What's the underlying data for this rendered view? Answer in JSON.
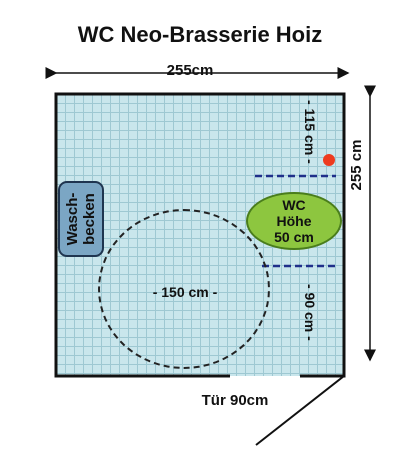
{
  "title": "WC Neo-Brasserie Hoiz",
  "dimensions": {
    "width": "255cm",
    "height": "255 cm",
    "door": "Tür 90cm"
  },
  "sink": {
    "line1": "Wasch-",
    "line2": "becken"
  },
  "wc": {
    "line1": "WC",
    "line2": "Höhe",
    "line3": "50 cm"
  },
  "turning_circle": "- 150 cm -",
  "distance_top": "- 115 cm -",
  "distance_bottom": "- 90 cm -",
  "colors": {
    "tile": "#c9e6ec",
    "wc": "#8dc63f",
    "sink": "#7ba6c4",
    "dashed_lines": "#1f2f8a",
    "dot": "#ee3b1f"
  }
}
